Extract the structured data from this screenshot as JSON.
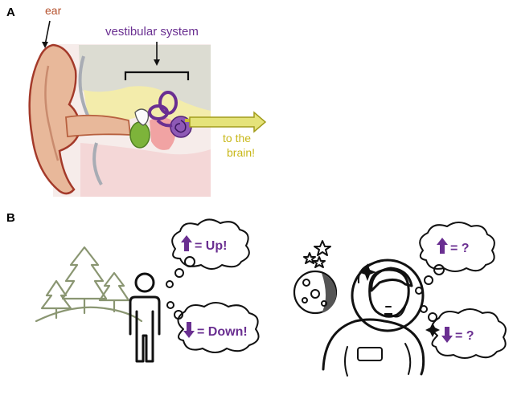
{
  "panels": {
    "a": {
      "letter": "A",
      "label_ear": "ear",
      "label_vestibular": "vestibular system",
      "label_brain_line1": "to the",
      "label_brain_line2": "brain!"
    },
    "b": {
      "letter": "B",
      "earth_up": "= Up!",
      "earth_down": "= Down!",
      "space_up": "= ?",
      "space_down": "= ?"
    }
  },
  "colors": {
    "ear_label": "#b5522e",
    "vestibular": "#6a2f91",
    "brain_arrow": "#c8b81a",
    "skin": "#e8b89a",
    "bone": "#d9d9cf",
    "nerve_green": "#7db43a",
    "tree": "#8a9672"
  },
  "icons": [
    "up-arrow-icon",
    "down-arrow-icon",
    "thought-cloud-icon",
    "person-icon",
    "astronaut-icon",
    "moon-icon",
    "star-icon",
    "tree-icon"
  ]
}
